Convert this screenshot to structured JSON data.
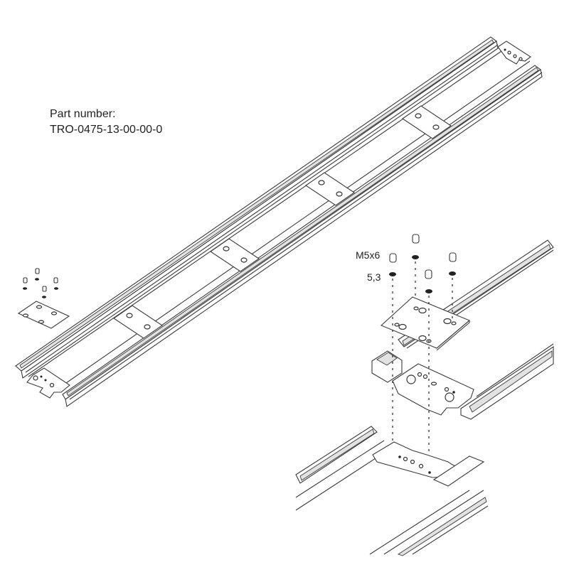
{
  "diagram": {
    "type": "isometric assembly drawing",
    "part_label": {
      "heading": "Part number:",
      "number": "TRO-0475-13-00-00-0"
    },
    "callouts": {
      "screw": "M5x6",
      "washer": "5,3"
    },
    "components": [
      {
        "name": "main-rail-assembly",
        "description": "Long aluminium rail pair with four cross connector plates"
      },
      {
        "name": "small-fastener-kit",
        "description": "Connector plate with 4 screws and 4 washers"
      },
      {
        "name": "detail-view",
        "description": "Exploded view: splice plate joining two rail sections with M5x6 screws and 5,3 washers"
      }
    ],
    "colors": {
      "line": "#3a3a3a",
      "groove_fill": "#e2e2e2",
      "background": "#ffffff"
    }
  }
}
